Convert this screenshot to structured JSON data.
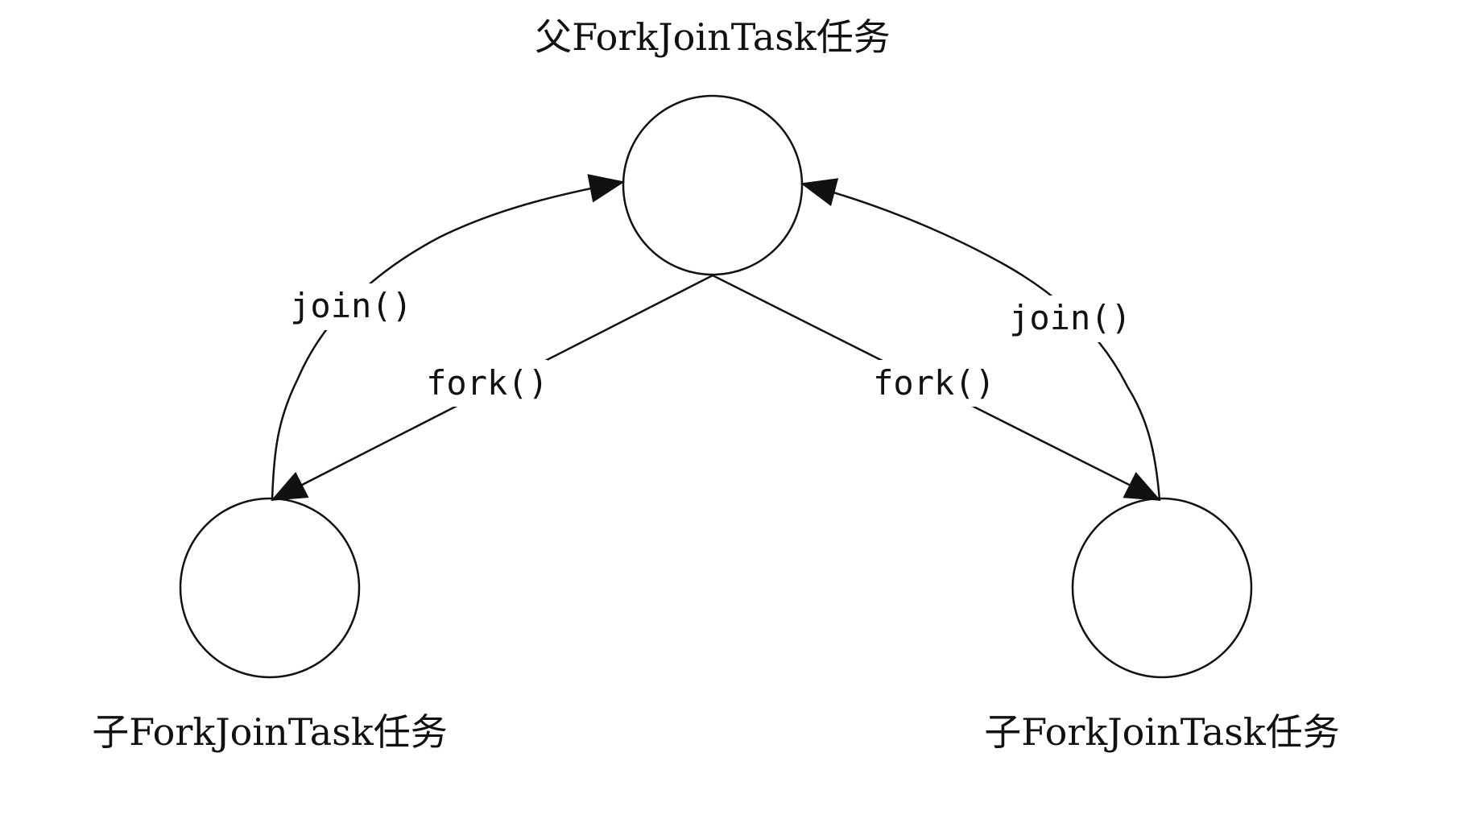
{
  "diagram": {
    "nodes": {
      "parent": {
        "label": "父ForkJoinTask任务"
      },
      "child_left": {
        "label": "子ForkJoinTask任务"
      },
      "child_right": {
        "label": "子ForkJoinTask任务"
      }
    },
    "edges": {
      "fork_left": {
        "label": "fork()"
      },
      "fork_right": {
        "label": "fork()"
      },
      "join_left": {
        "label": "join()"
      },
      "join_right": {
        "label": "join()"
      }
    },
    "colors": {
      "stroke": "#111111",
      "background": "#ffffff"
    }
  }
}
